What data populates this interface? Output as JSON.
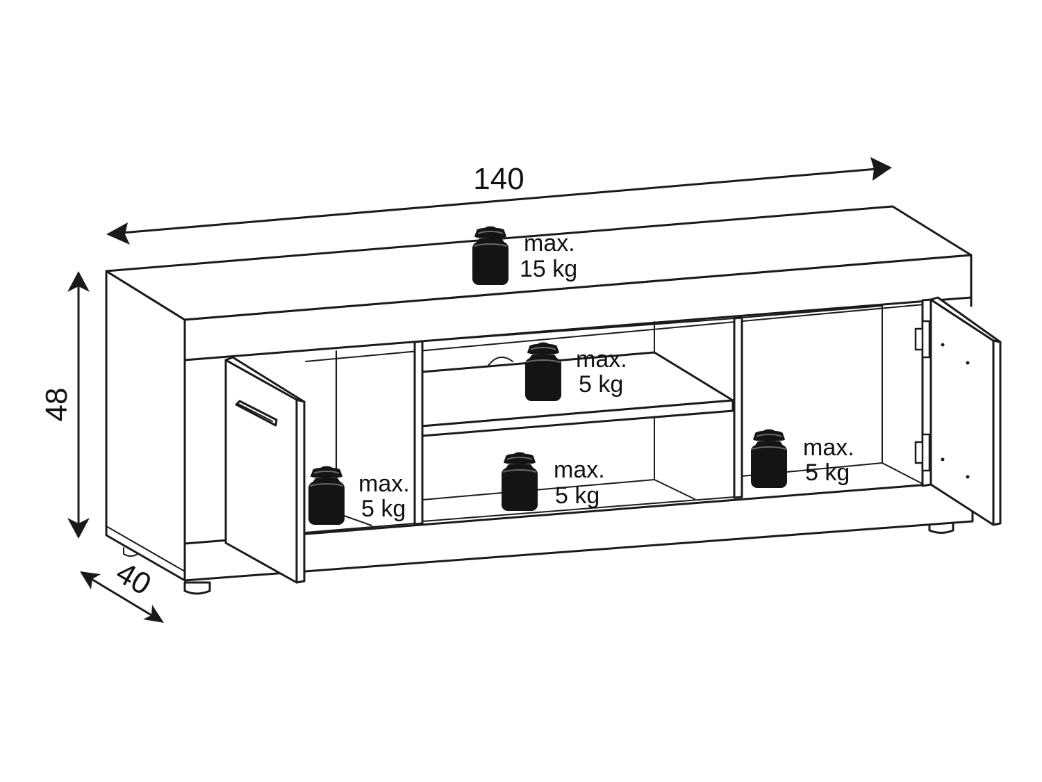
{
  "dimensions": {
    "width": "140",
    "height": "48",
    "depth": "40"
  },
  "loads": [
    {
      "id": "top",
      "line1": "max.",
      "line2": "15 kg"
    },
    {
      "id": "middle-upper-shelf",
      "line1": "max.",
      "line2": "5 kg"
    },
    {
      "id": "middle-bottom",
      "line1": "max.",
      "line2": "5 kg"
    },
    {
      "id": "left-compartment",
      "line1": "max.",
      "line2": "5 kg"
    },
    {
      "id": "right-compartment",
      "line1": "max.",
      "line2": "5 kg"
    }
  ],
  "icons": {
    "weight": "weight-icon",
    "arrow": "double-arrow-icon"
  },
  "colors": {
    "line": "#1a1a1a",
    "weight": "#141414",
    "background": "#ffffff"
  }
}
